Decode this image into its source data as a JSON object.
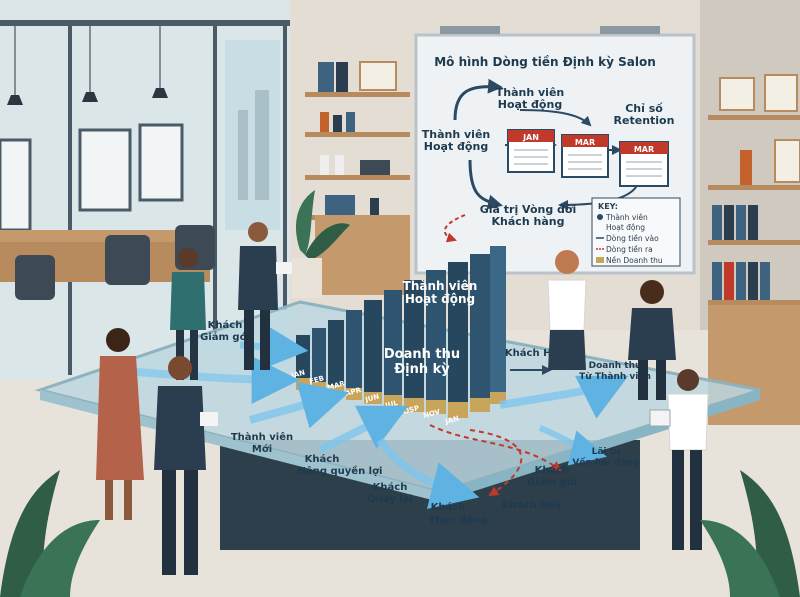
{
  "board": {
    "title": "Mô hình Dòng tiền Định kỳ Salon",
    "node_active_1": [
      "Thành viên",
      "Hoạt động"
    ],
    "node_active_2": [
      "Thành viên",
      "Hoạt động"
    ],
    "node_retention": [
      "Chỉ số",
      "Retention"
    ],
    "node_ltv": [
      "Giá trị Vòng đời",
      "Khách hàng"
    ],
    "calendars": [
      "JAN",
      "MAR",
      "MAR"
    ],
    "key": {
      "title": "KEY:",
      "items": [
        "Thành viên",
        "Hoạt động",
        "Dòng tiền vào",
        "Dòng tiền ra",
        "Nền Doanh thu"
      ]
    }
  },
  "table": {
    "bars_title": [
      "Thành viên",
      "Hoạt động"
    ],
    "bars_main": [
      "Doanh thu",
      "Định kỳ"
    ],
    "months": [
      "JAN",
      "FEB",
      "MAR",
      "APR",
      "JUN",
      "JUL",
      "OSP",
      "NOV",
      "JAN"
    ],
    "flow_downgrade_top": [
      "Khách",
      "Giảm gói"
    ],
    "flow_churn_top": "Khách Hủy",
    "flow_member_revenue": [
      "Doanh thu",
      "Từ Thành viên"
    ],
    "flow_new": [
      "Thành viên",
      "Mới"
    ],
    "flow_upgrade": [
      "Khách",
      "Nâng quyền lợi"
    ],
    "flow_return": [
      "Khách",
      "Quay lại"
    ],
    "flow_passive": [
      "Khách",
      "Thực động"
    ],
    "flow_downgrade_bottom": [
      "Khách",
      "Giảm gói"
    ],
    "flow_churn_bottom": "Khách Hủy",
    "flow_interest": [
      "Lãi từ",
      "Vốn lưu động"
    ]
  },
  "colors": {
    "board_bg": "#eef2f4",
    "navy": "#1e3a4f",
    "accent_red": "#c0392b",
    "flow_blue": "#7ec6ec",
    "bar_gold": "#c9a55c",
    "glass": "#bcd6df"
  }
}
